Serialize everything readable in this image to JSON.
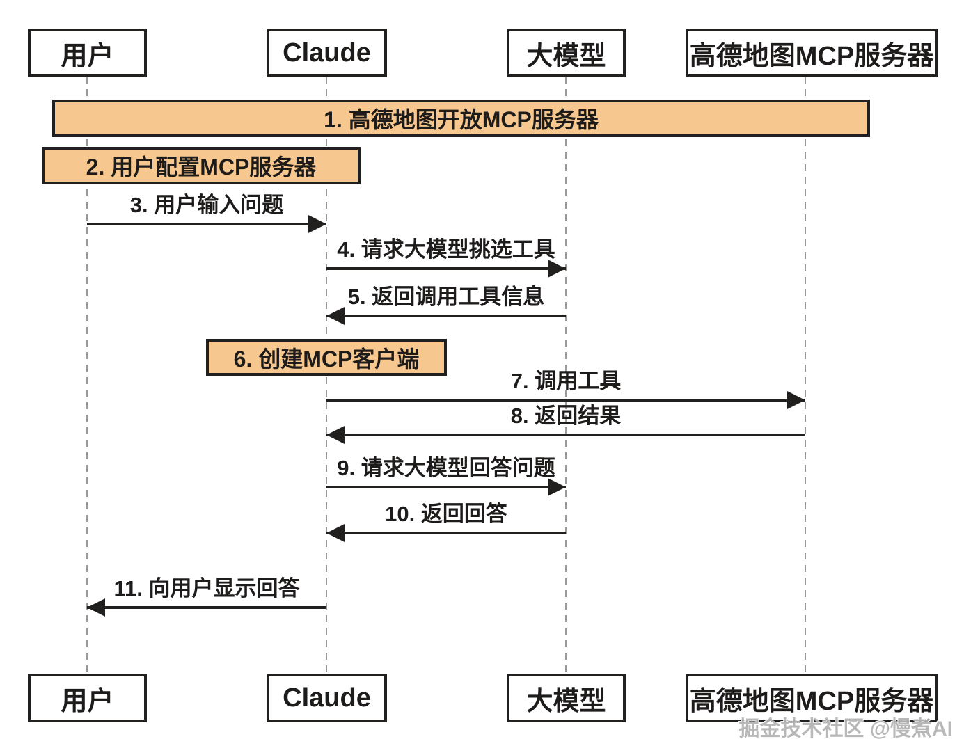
{
  "colors": {
    "background": "#ffffff",
    "line": "#221f1f",
    "note_fill": "#f6c78e",
    "lifeline": "#9a9a9a",
    "text": "#1e1b1b",
    "watermark": "#b5b5b5"
  },
  "actors": [
    {
      "id": "user",
      "label": "用户"
    },
    {
      "id": "claude",
      "label": "Claude"
    },
    {
      "id": "llm",
      "label": "大模型"
    },
    {
      "id": "amap-mcp",
      "label": "高德地图MCP服务器"
    }
  ],
  "notes": [
    {
      "label": "1. 高德地图开放MCP服务器",
      "over": "全部参与者"
    },
    {
      "label": "2. 用户配置MCP服务器",
      "over": "用户"
    },
    {
      "label": "6. 创建MCP客户端",
      "over": "Claude"
    }
  ],
  "messages": [
    {
      "label": "3. 用户输入问题",
      "from": "用户",
      "to": "Claude"
    },
    {
      "label": "4. 请求大模型挑选工具",
      "from": "Claude",
      "to": "大模型"
    },
    {
      "label": "5. 返回调用工具信息",
      "from": "大模型",
      "to": "Claude"
    },
    {
      "label": "7. 调用工具",
      "from": "Claude",
      "to": "高德地图MCP服务器"
    },
    {
      "label": "8. 返回结果",
      "from": "高德地图MCP服务器",
      "to": "Claude"
    },
    {
      "label": "9. 请求大模型回答问题",
      "from": "Claude",
      "to": "大模型"
    },
    {
      "label": "10. 返回回答",
      "from": "大模型",
      "to": "Claude"
    },
    {
      "label": "11. 向用户显示回答",
      "from": "Claude",
      "to": "用户"
    }
  ],
  "watermark": "掘金技术社区 @慢煮AI"
}
